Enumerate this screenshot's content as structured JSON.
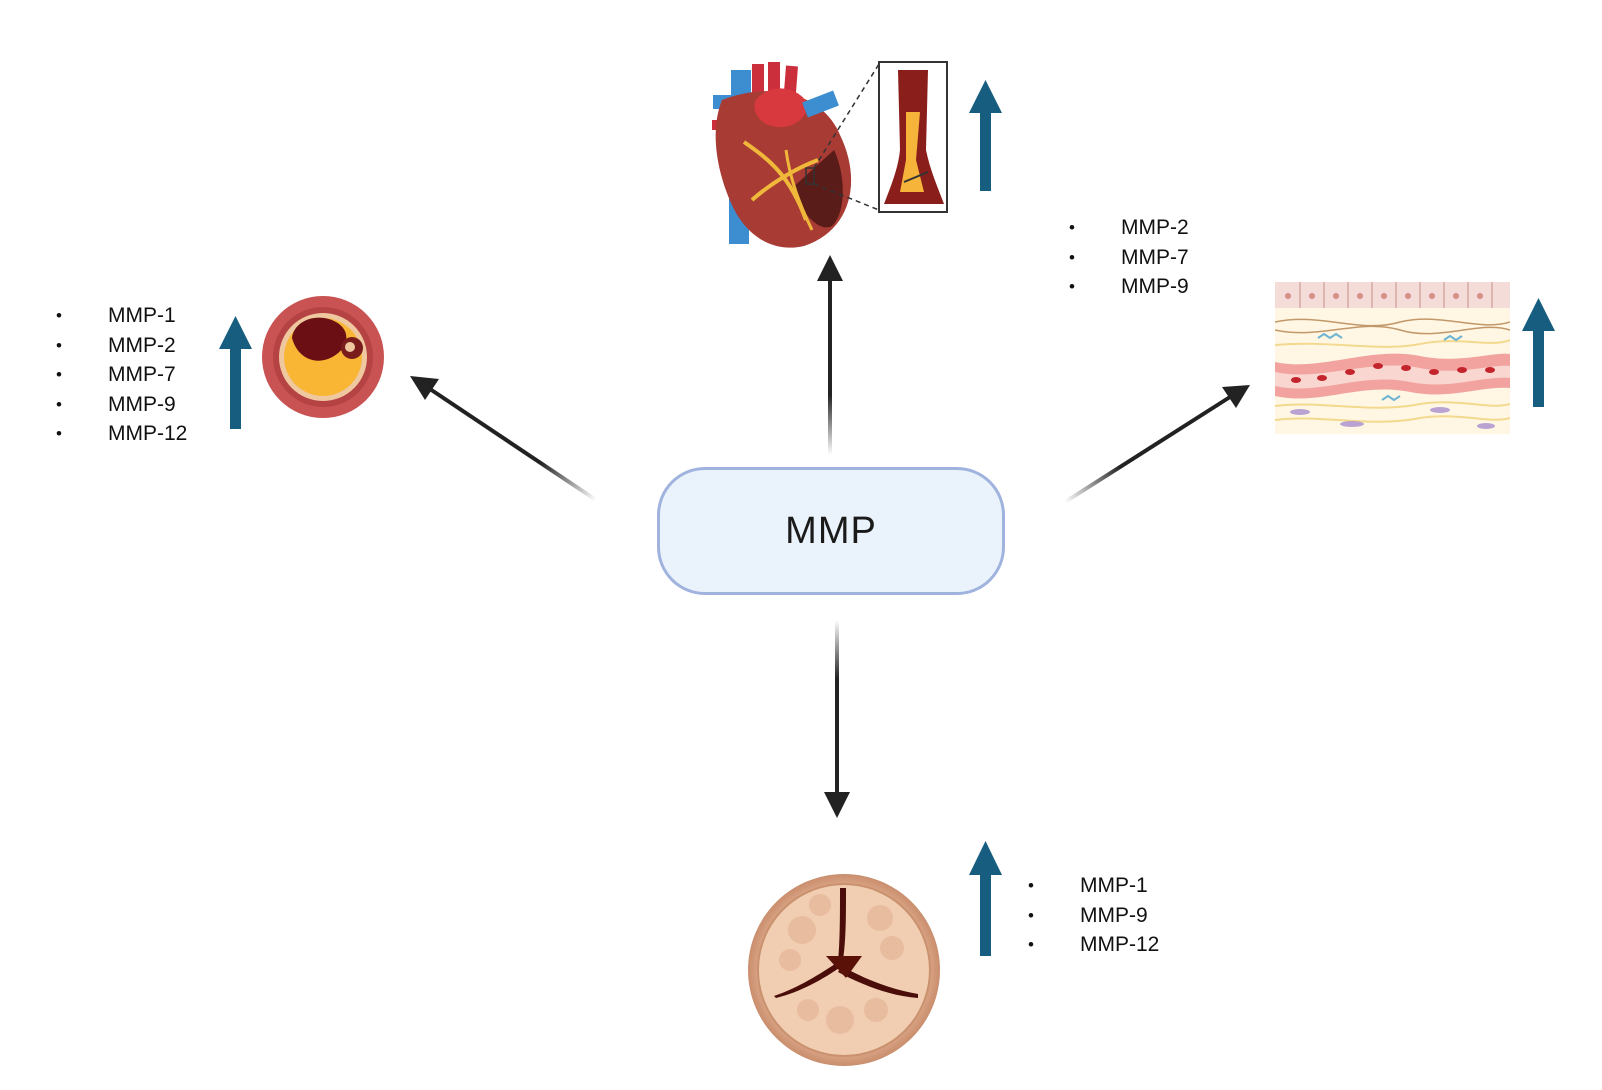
{
  "center": {
    "label": "MMP"
  },
  "branches": [
    {
      "id": "plaque",
      "items": [
        "MMP-1",
        "MMP-2",
        "MMP-7",
        "MMP-9",
        "MMP-12"
      ],
      "trend": "up"
    },
    {
      "id": "infarct",
      "items": [
        "MMP-2",
        "MMP-7",
        "MMP-9"
      ],
      "trend": "up"
    },
    {
      "id": "tissue",
      "items": [],
      "trend": "up"
    },
    {
      "id": "valve",
      "items": [
        "MMP-1",
        "MMP-9",
        "MMP-12"
      ],
      "trend": "up"
    }
  ],
  "colors": {
    "up_arrow": "#175d80",
    "connector": "#222222",
    "center_fill": "#eaf2fb",
    "center_border": "#9fb3de"
  }
}
